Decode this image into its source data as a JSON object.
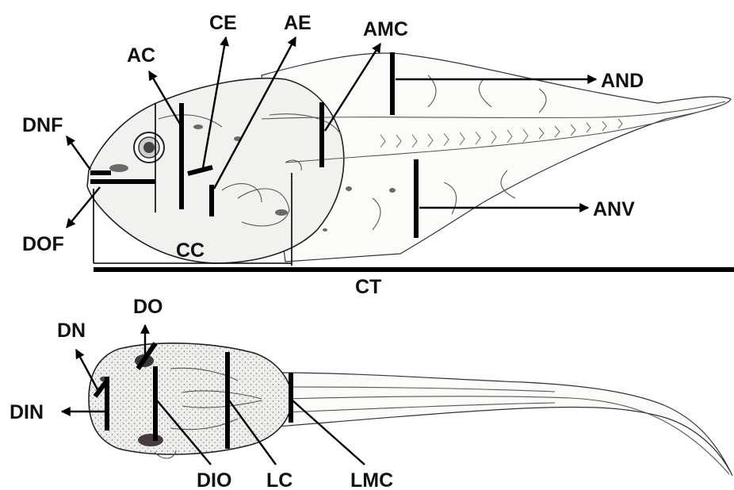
{
  "figure": {
    "lateral_view": {
      "labels": {
        "dnf": "DNF",
        "dof": "DOF",
        "ac": "AC",
        "ce": "CE",
        "ae": "AE",
        "amc": "AMC",
        "and": "AND",
        "anv": "ANV",
        "cc": "CC",
        "ct": "CT"
      }
    },
    "dorsal_view": {
      "labels": {
        "do": "DO",
        "dn": "DN",
        "din": "DIN",
        "dio": "DIO",
        "lc": "LC",
        "lmc": "LMC"
      }
    }
  },
  "colors": {
    "ink": "#000000",
    "body": "#f1f1ef",
    "fin": "#fbfbfa",
    "dark_pigment": "#3a3a3a"
  }
}
